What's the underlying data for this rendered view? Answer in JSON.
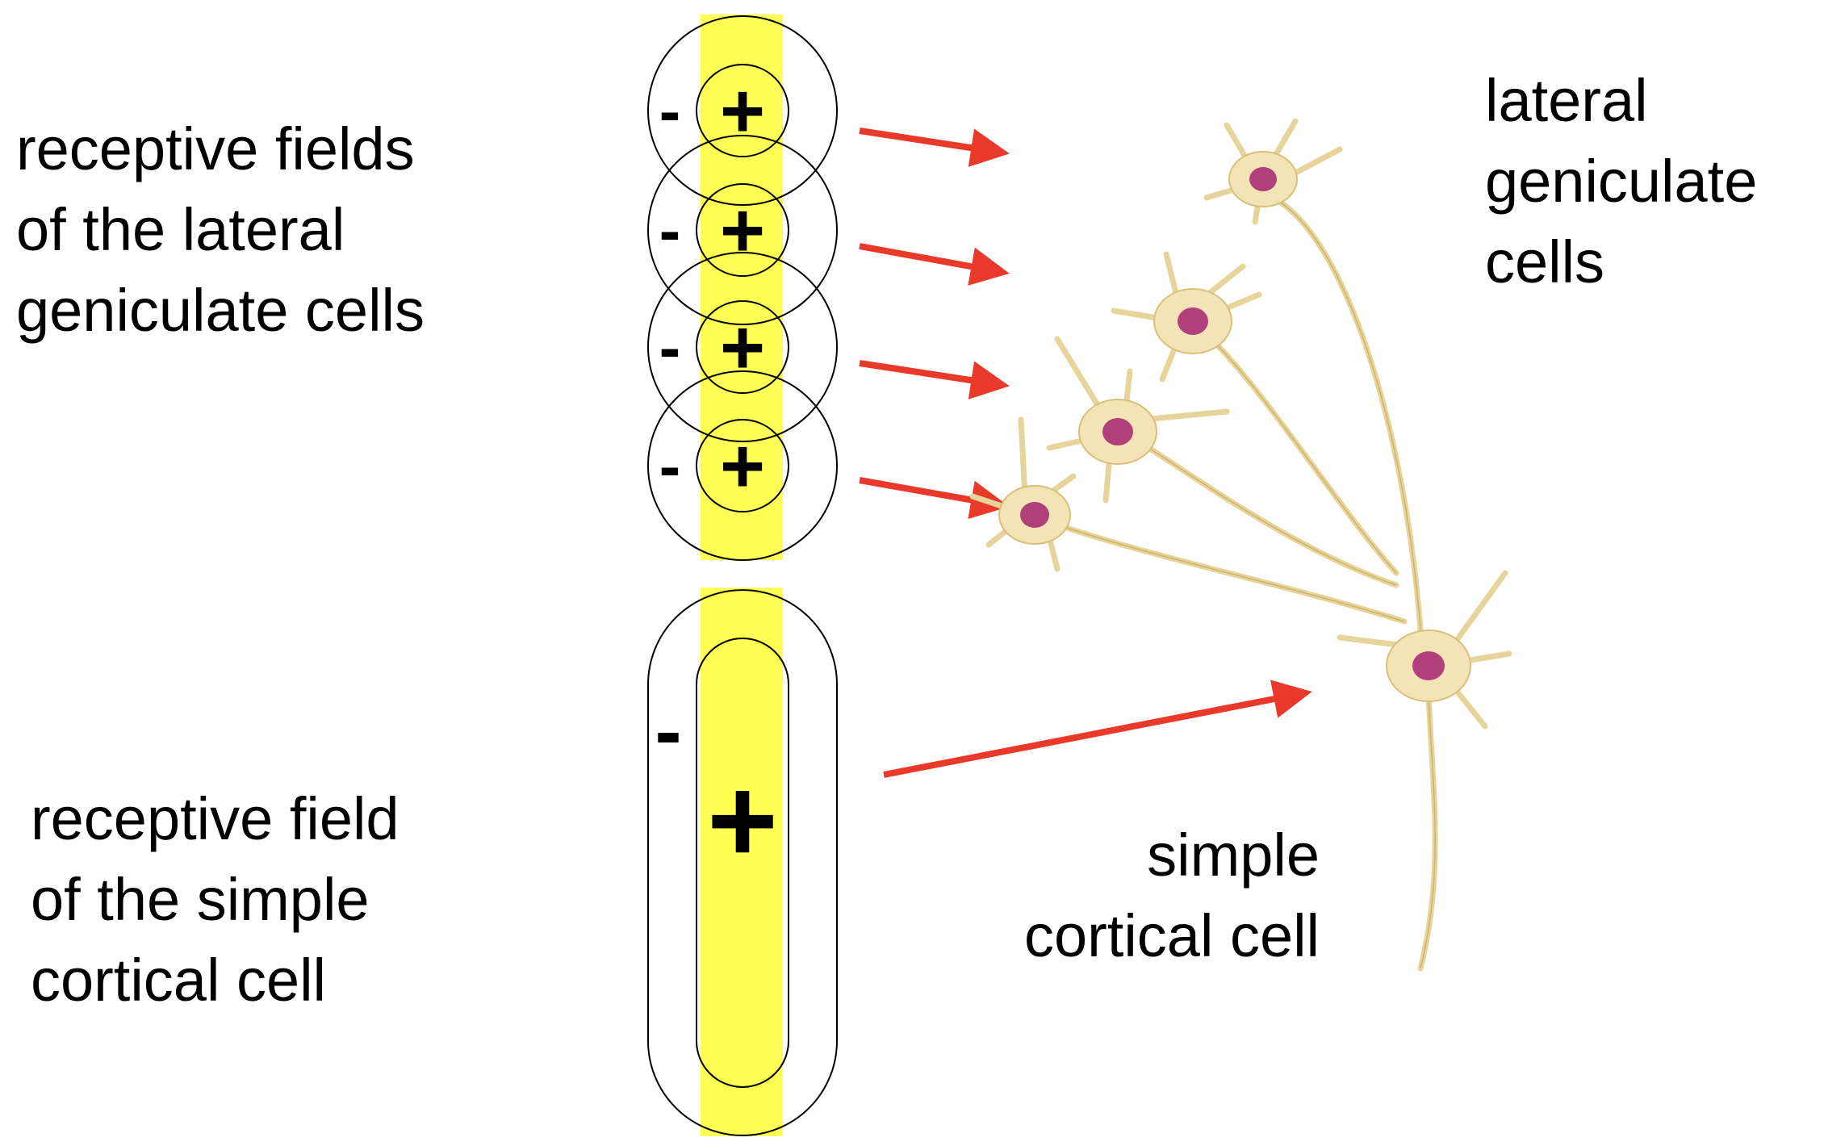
{
  "labels": {
    "lgn_fields": [
      "receptive fields",
      "of the lateral",
      "geniculate cells"
    ],
    "simple_field": [
      "receptive field",
      "of the simple",
      "cortical cell"
    ],
    "lgn_cells": [
      "lateral",
      "geniculate",
      "cells"
    ],
    "simple_cell": [
      "simple",
      "cortical cell"
    ]
  },
  "signs": {
    "center": "+",
    "surround": "-"
  },
  "colors": {
    "stimulus_bar": "#ffff55",
    "arrows": "#e8392a",
    "neuron_body": "#f3e3b6",
    "neuron_outline": "#d9bf7a",
    "nucleus": "#b0407a"
  },
  "icons": [
    "lgn-neuron-icon",
    "simple-cortical-neuron-icon"
  ]
}
